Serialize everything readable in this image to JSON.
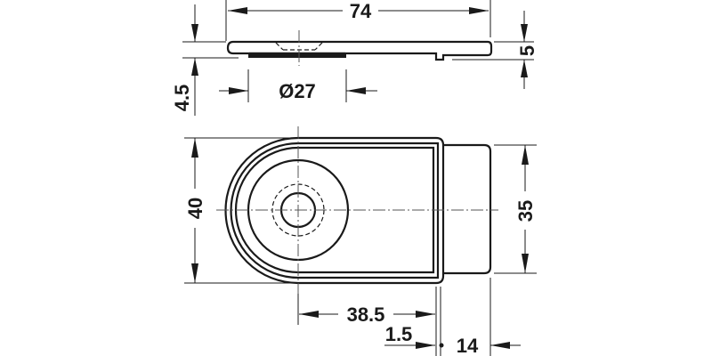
{
  "drawing": {
    "title": "Technical drawing of mounting plate",
    "views": [
      "side-view",
      "top-view"
    ],
    "units": "mm",
    "colors": {
      "line": "#1a1a1a",
      "centerline": "#555555",
      "background": "#ffffff"
    }
  },
  "dimensions": {
    "overall_length": "74",
    "thickness": "5",
    "offset_height": "4.5",
    "diameter": "Ø27",
    "width": "40",
    "inner_width": "35",
    "center_to_edge": "38.5",
    "step": "1.5",
    "extension": "14"
  }
}
